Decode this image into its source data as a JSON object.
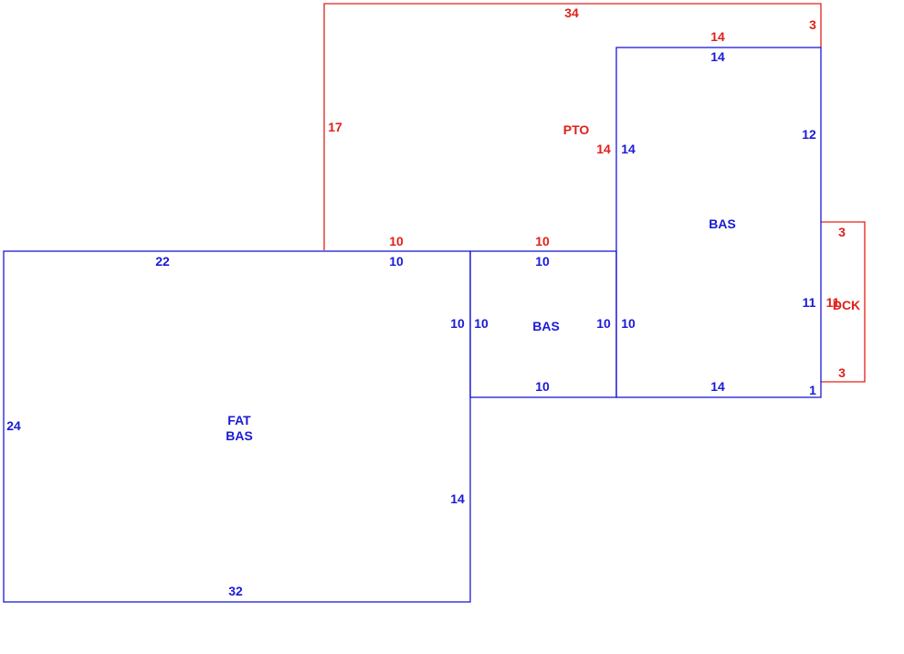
{
  "colors": {
    "blue": "#1a1ad6",
    "red": "#e0201a"
  },
  "areas": {
    "pto": {
      "label": "PTO"
    },
    "bas_right": {
      "label": "BAS"
    },
    "bas_middle": {
      "label": "BAS"
    },
    "fat_bas": {
      "line1": "FAT",
      "line2": "BAS"
    },
    "dck": {
      "label": "DCK"
    }
  },
  "dimensions": {
    "pto_top": "34",
    "pto_top_right": "3",
    "pto_left": "17",
    "pto_right_upper": "14",
    "pto_inner_right": "14",
    "pto_bottom_left": "10",
    "pto_bottom_right": "10",
    "bas_right_top": "14",
    "bas_right_left": "14",
    "bas_right_right_upper": "12",
    "bas_right_right_lower": "11",
    "bas_right_bottom": "14",
    "bas_right_bottom_right": "1",
    "bas_middle_top": "10",
    "bas_middle_left": "10",
    "bas_middle_right": "10",
    "bas_middle_bottom": "10",
    "fat_top_left": "22",
    "fat_top_right": "10",
    "fat_left": "24",
    "fat_right_upper": "10",
    "fat_right_lower": "14",
    "fat_bottom": "32",
    "dck_top": "3",
    "dck_left": "11",
    "dck_bottom": "3"
  }
}
